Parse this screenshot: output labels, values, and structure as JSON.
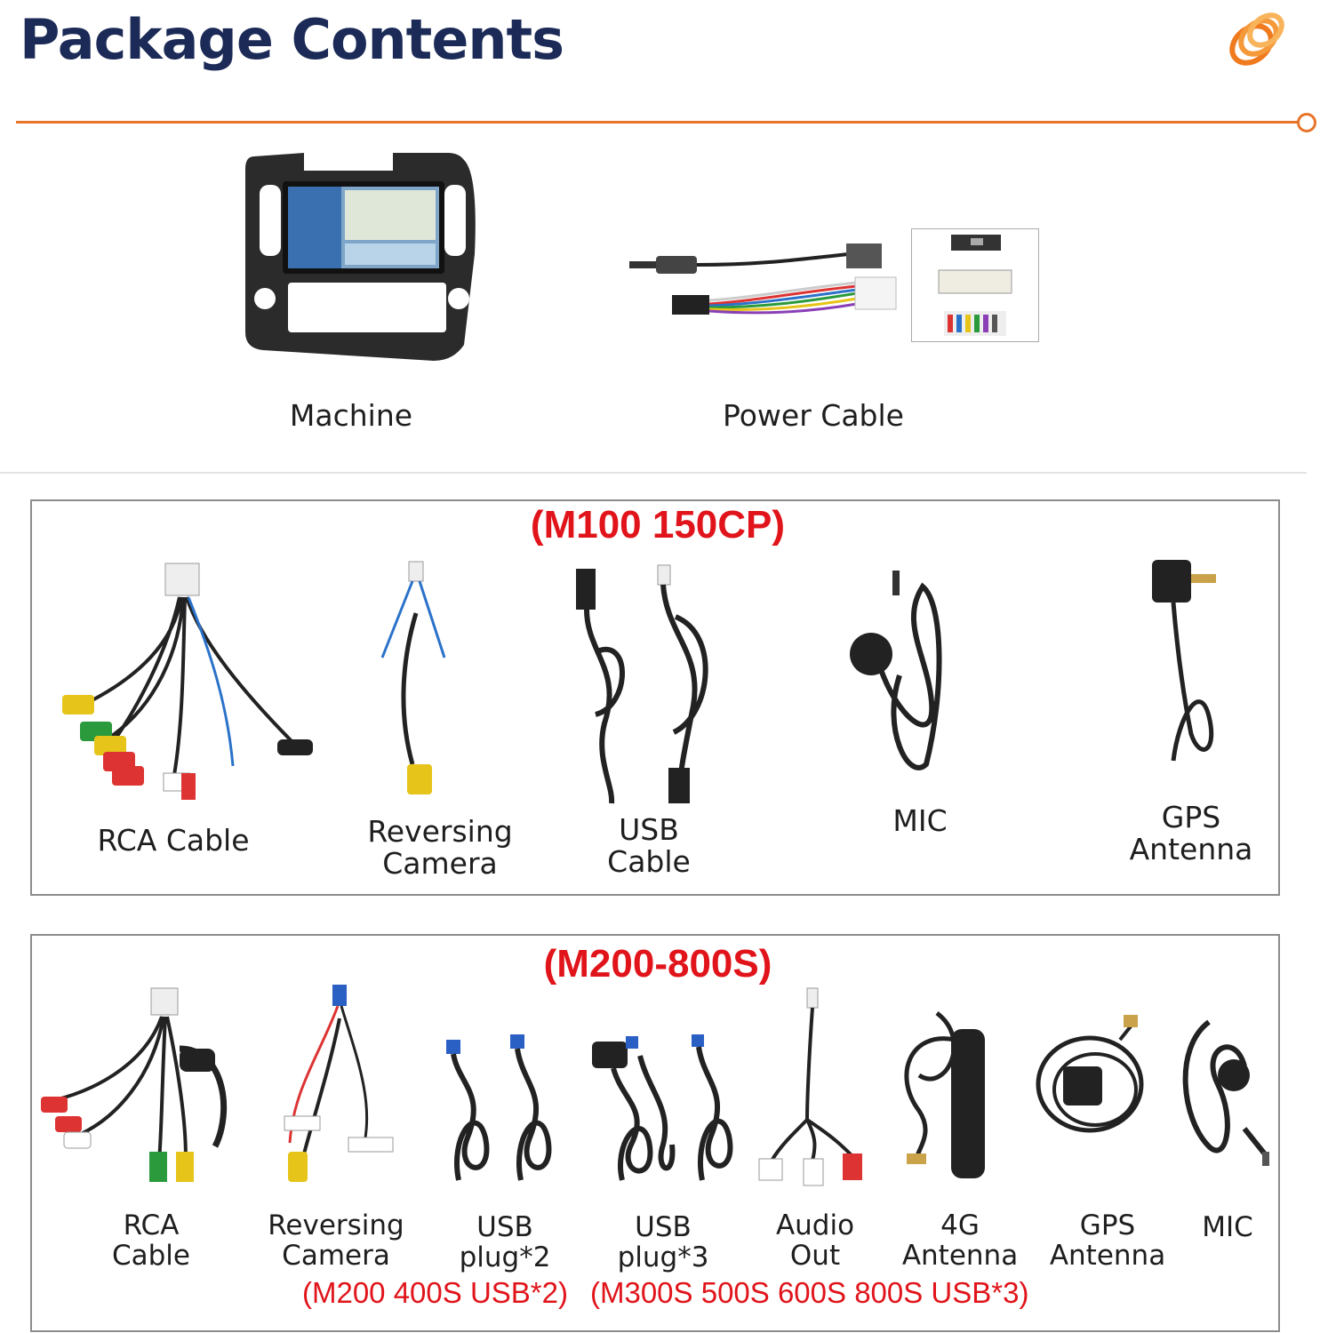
{
  "header": {
    "title": "Package Contents",
    "accent_color": "#e8742a",
    "title_color": "#1b2a56"
  },
  "top_items": [
    {
      "label": "Machine",
      "icon": "car-stereo-machine-icon"
    },
    {
      "label": "Power Cable",
      "icon": "power-cable-icon"
    }
  ],
  "panel1": {
    "heading": "(M100 150CP)",
    "items": [
      {
        "label": "RCA Cable",
        "icon": "rca-cable-icon"
      },
      {
        "label": "Reversing\nCamera",
        "icon": "reversing-camera-cable-icon"
      },
      {
        "label": "USB\nCable",
        "icon": "usb-cable-icon"
      },
      {
        "label": "MIC",
        "icon": "microphone-icon"
      },
      {
        "label": "GPS\nAntenna",
        "icon": "gps-antenna-icon"
      }
    ]
  },
  "panel2": {
    "heading": "(M200-800S)",
    "items": [
      {
        "label": "RCA\nCable",
        "icon": "rca-cable-icon"
      },
      {
        "label": "Reversing\nCamera",
        "icon": "reversing-camera-cable-icon"
      },
      {
        "label": "USB\nplug*2",
        "icon": "usb-plug-2-icon"
      },
      {
        "label": "USB\nplug*3",
        "icon": "usb-plug-3-icon"
      },
      {
        "label": "Audio\nOut",
        "icon": "audio-out-cable-icon"
      },
      {
        "label": "4G\nAntenna",
        "icon": "4g-antenna-icon"
      },
      {
        "label": "GPS\nAntenna",
        "icon": "gps-antenna-icon"
      },
      {
        "label": "MIC",
        "icon": "microphone-icon"
      }
    ],
    "notes": [
      "(M200 400S USB*2)",
      "(M300S 500S 600S 800S USB*3)"
    ]
  }
}
